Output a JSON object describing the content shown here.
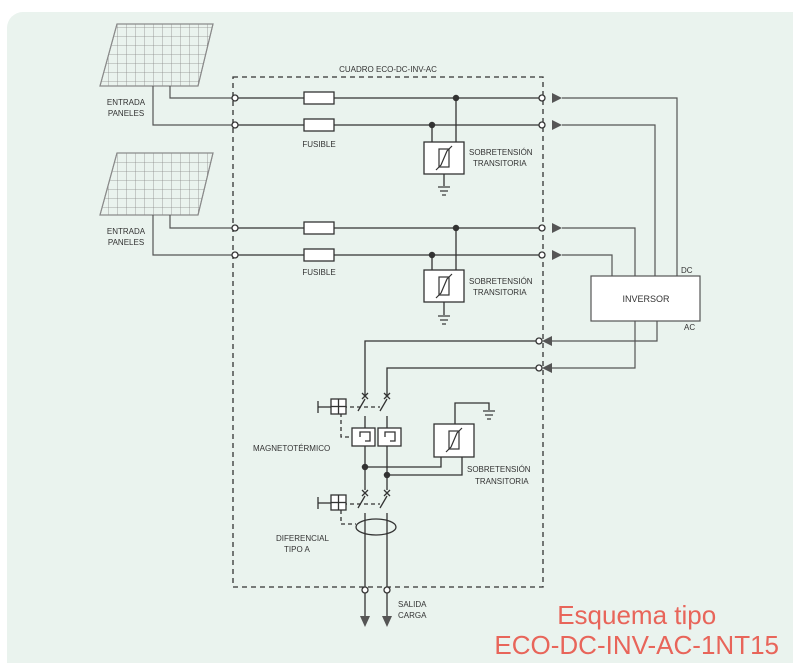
{
  "colors": {
    "background": "#eaf3ee",
    "wire": "#333333",
    "accent": "#e8655a",
    "grid": "#888888"
  },
  "box_title": "CUADRO ECO-DC-INV-AC",
  "panel_top": {
    "label_line1": "ENTRADA",
    "label_line2": "PANELES"
  },
  "panel_mid": {
    "label_line1": "ENTRADA",
    "label_line2": "PANELES"
  },
  "fuse_top": "FUSIBLE",
  "fuse_mid": "FUSIBLE",
  "spd_top": {
    "line1": "SOBRETENSIÓN",
    "line2": "TRANSITORIA"
  },
  "spd_mid": {
    "line1": "SOBRETENSIÓN",
    "line2": "TRANSITORIA"
  },
  "spd_ac": {
    "line1": "SOBRETENSIÓN",
    "line2": "TRANSITORIA"
  },
  "inverter": {
    "label": "INVERSOR",
    "dc": "DC",
    "ac": "AC"
  },
  "breaker": "MAGNETOTÉRMICO",
  "rcd": {
    "line1": "DIFERENCIAL",
    "line2": "TIPO A"
  },
  "output": {
    "line1": "SALIDA",
    "line2": "CARGA"
  },
  "footer": {
    "line1": "Esquema tipo",
    "line2": "ECO-DC-INV-AC-1NT15"
  },
  "icons": [
    "solar-panel-icon",
    "ground-icon",
    "varistor-icon",
    "arrow-right-icon",
    "arrow-left-icon",
    "arrow-down-icon",
    "handle-icon",
    "fuse-icon"
  ]
}
